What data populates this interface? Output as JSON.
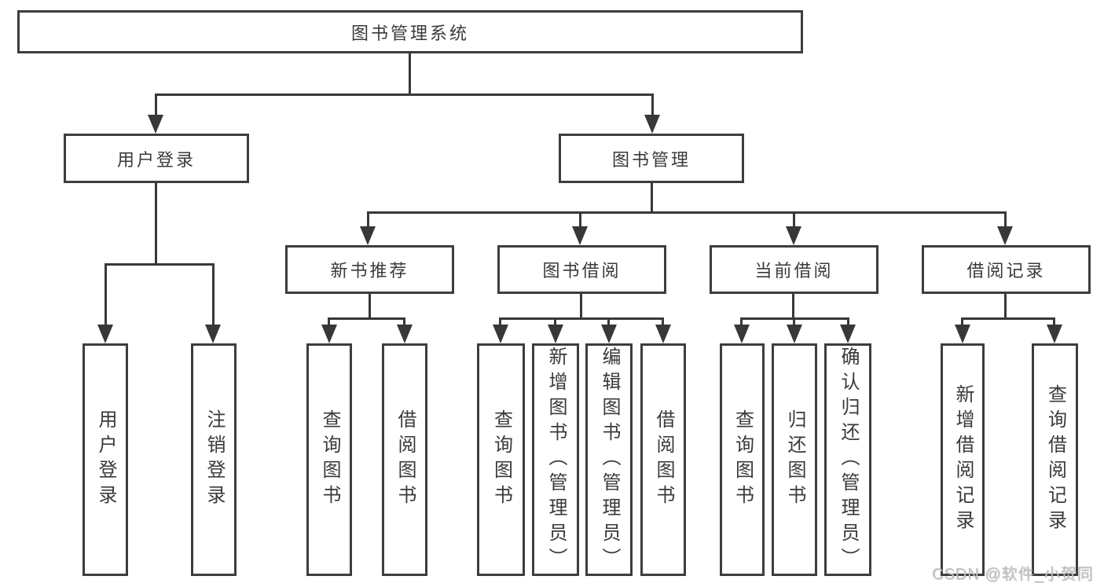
{
  "diagram": {
    "root": {
      "label": "图书管理系统"
    },
    "branches": [
      {
        "label": "用户登录",
        "children": [
          {
            "label": "用户登录"
          },
          {
            "label": "注销登录"
          }
        ]
      },
      {
        "label": "图书管理",
        "children": [
          {
            "label": "新书推荐",
            "children": [
              {
                "label": "查询图书"
              },
              {
                "label": "借阅图书"
              }
            ]
          },
          {
            "label": "图书借阅",
            "children": [
              {
                "label": "查询图书"
              },
              {
                "label": "新增图书（管理员）"
              },
              {
                "label": "编辑图书（管理员）"
              },
              {
                "label": "借阅图书"
              }
            ]
          },
          {
            "label": "当前借阅",
            "children": [
              {
                "label": "查询图书"
              },
              {
                "label": "归还图书"
              },
              {
                "label": "确认归还（管理员）"
              }
            ]
          },
          {
            "label": "借阅记录",
            "children": [
              {
                "label": "新增借阅记录"
              },
              {
                "label": "查询借阅记录"
              }
            ]
          }
        ]
      }
    ]
  },
  "watermark": {
    "text": "CSDN @软件_小贺同学"
  },
  "colors": {
    "line": "#383838",
    "box_border": "#3d3d3d",
    "box_background": "#ffffff",
    "text": "#3a3a3a",
    "watermark": "#bfc1c4"
  }
}
